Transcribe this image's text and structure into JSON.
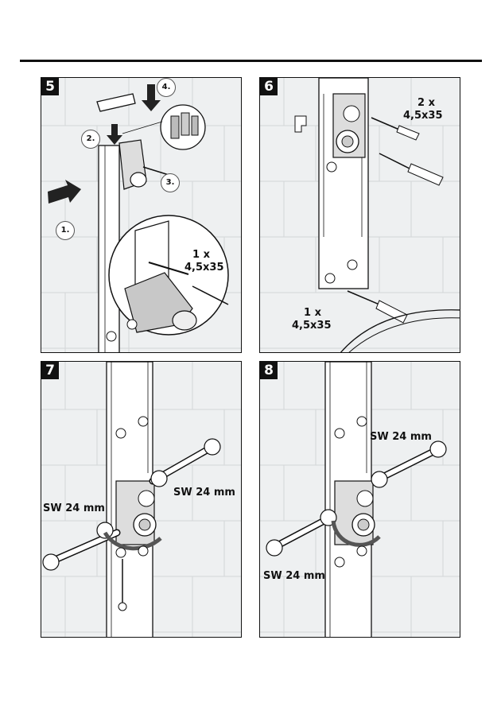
{
  "steps": [
    {
      "number": "5",
      "callouts": [
        "1.",
        "2.",
        "3.",
        "4."
      ],
      "screw_count": "1 x",
      "screw_size": "4,5x35"
    },
    {
      "number": "6",
      "screw_top_count": "2 x",
      "screw_top_size": "4,5x35",
      "screw_bottom_count": "1 x",
      "screw_bottom_size": "4,5x35"
    },
    {
      "number": "7",
      "wrench_left": "SW 24 mm",
      "wrench_right": "SW 24 mm"
    },
    {
      "number": "8",
      "wrench_top": "SW 24 mm",
      "wrench_bottom": "SW 24 mm"
    }
  ]
}
